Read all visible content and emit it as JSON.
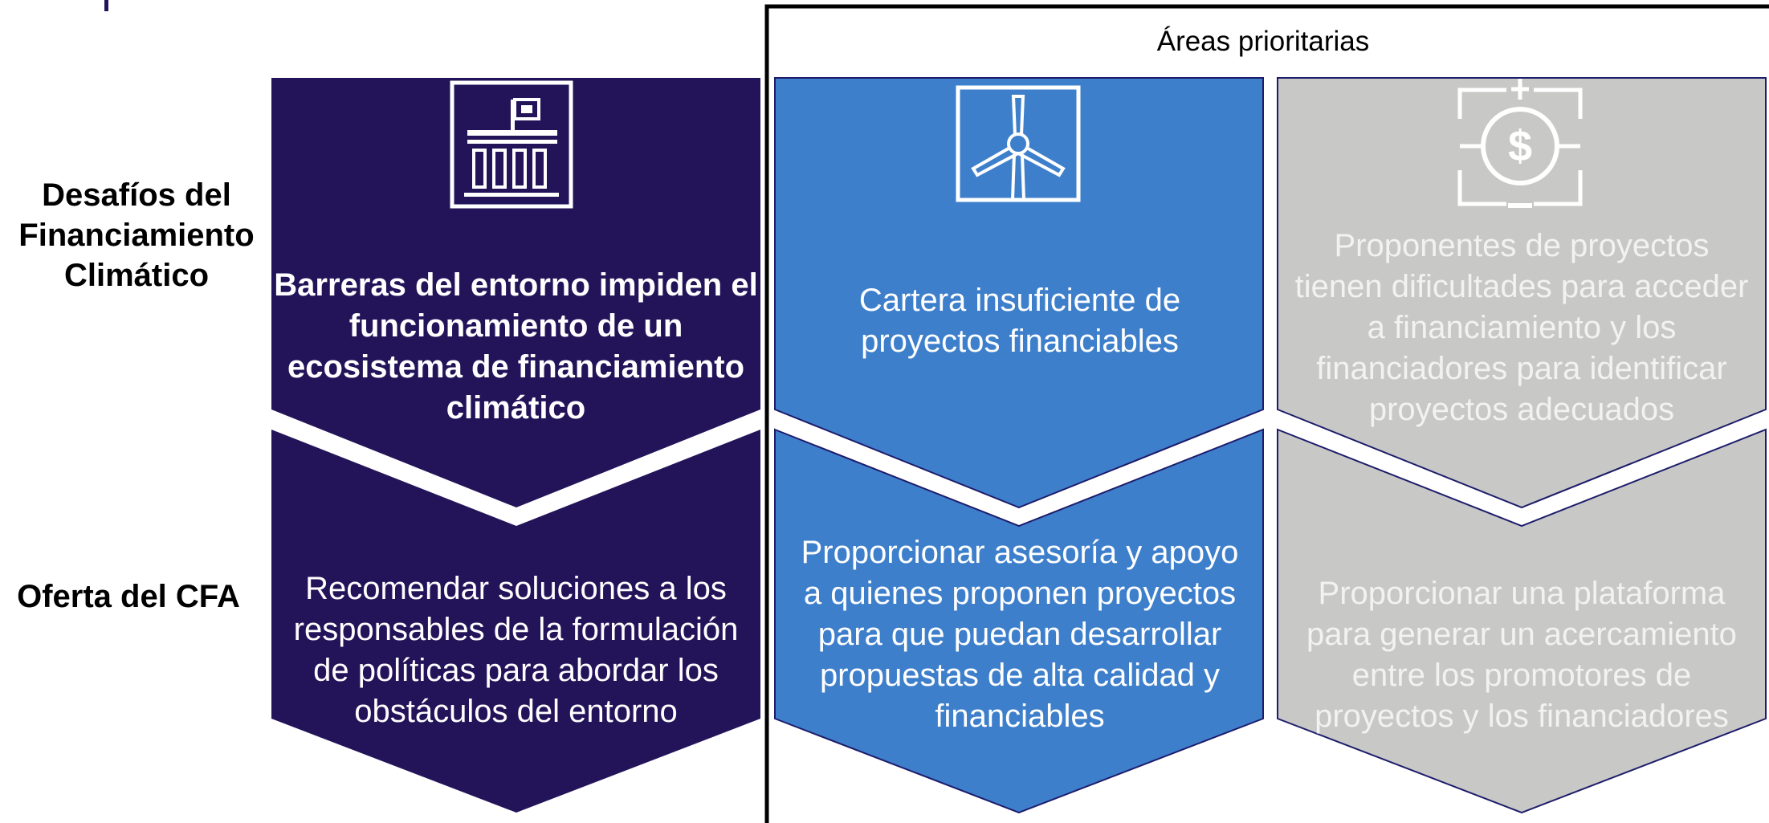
{
  "header": {
    "areas_label": "Áreas prioritarias"
  },
  "rows": {
    "challenges_label": "Desafíos del Financiamiento Climático",
    "offer_label": "Oferta del CFA"
  },
  "columns": [
    {
      "id": "environment",
      "color": "#23145a",
      "icon": "government-building-icon",
      "challenge": "Barreras del entorno impiden el funcionamiento de un ecosistema de financiamiento climático",
      "offer": "Recomendar soluciones a los responsables de la formulación de políticas para abordar los obstáculos del entorno"
    },
    {
      "id": "pipeline",
      "color": "#3e7fcb",
      "icon": "wind-turbine-icon",
      "challenge": "Cartera insuficiente de proyectos financiables",
      "offer": "Proporcionar asesoría y apoyo a quienes proponen proyectos para que puedan desarrollar propuestas de alta calidad y financiables"
    },
    {
      "id": "access",
      "color": "#c8c8c6",
      "icon": "dollar-coin-icon",
      "challenge": "Proponentes de proyectos tienen dificultades para acceder a financiamiento y los financiadores para identificar proyectos adecuados",
      "offer": "Proporcionar una plataforma para generar un acercamiento entre los promotores de proyectos y los financiadores"
    }
  ]
}
